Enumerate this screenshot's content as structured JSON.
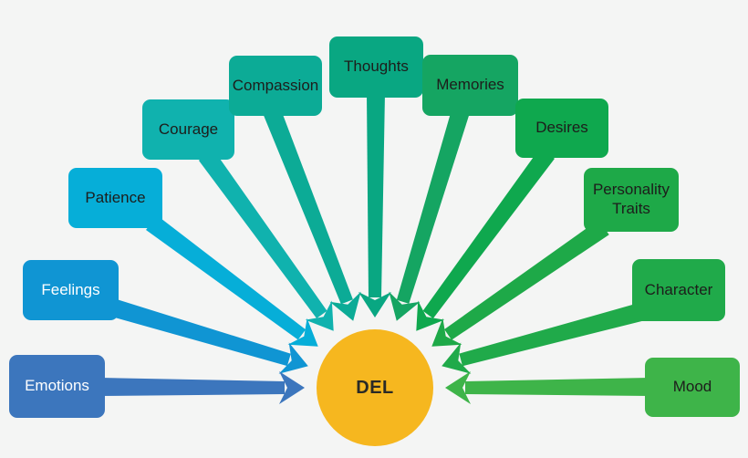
{
  "background": "#f4f5f4",
  "center": {
    "label": "DEL",
    "color": "#f6b71f",
    "text_color": "#2a2a26"
  },
  "nodes": [
    {
      "key": "emotions",
      "label": "Emotions",
      "color": "#3c76bd",
      "text_color": "#ffffff"
    },
    {
      "key": "feelings",
      "label": "Feelings",
      "color": "#1095d3",
      "text_color": "#ffffff"
    },
    {
      "key": "patience",
      "label": "Patience",
      "color": "#06aed8",
      "text_color": "#1d1d1b"
    },
    {
      "key": "courage",
      "label": "Courage",
      "color": "#10b2ae",
      "text_color": "#1d1d1b"
    },
    {
      "key": "compassion",
      "label": "Compassion",
      "color": "#0cab96",
      "text_color": "#1d1d1b"
    },
    {
      "key": "thoughts",
      "label": "Thoughts",
      "color": "#09a782",
      "text_color": "#1d1d1b"
    },
    {
      "key": "memories",
      "label": "Memories",
      "color": "#15a562",
      "text_color": "#1d1d1b"
    },
    {
      "key": "desires",
      "label": "Desires",
      "color": "#0fa84e",
      "text_color": "#1d1d1b"
    },
    {
      "key": "personality_traits",
      "label": "Personality Traits",
      "color": "#1ea948",
      "text_color": "#1d1d1b"
    },
    {
      "key": "character",
      "label": "Character",
      "color": "#20aa4a",
      "text_color": "#1d1d1b"
    },
    {
      "key": "mood",
      "label": "Mood",
      "color": "#3eb449",
      "text_color": "#1d1d1b"
    }
  ]
}
